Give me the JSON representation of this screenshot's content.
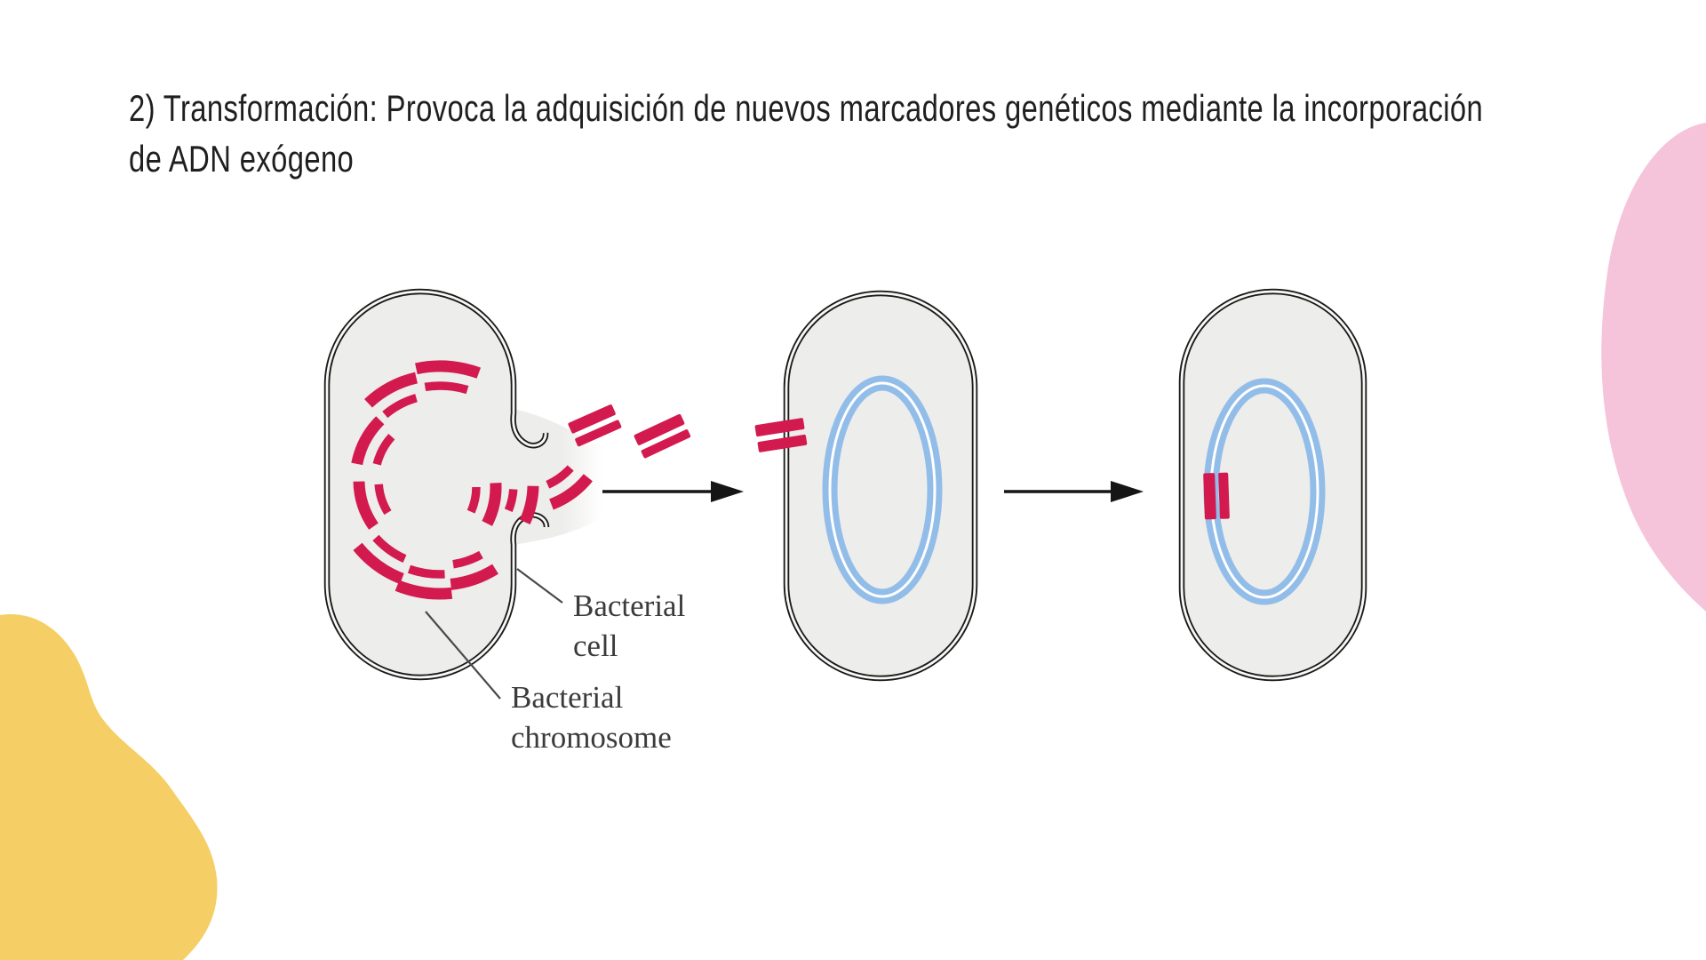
{
  "title": {
    "line1": "2) Transformación: Provoca la adquisición de nuevos marcadores genéticos mediante la incorporación",
    "line2": "de ADN exógeno"
  },
  "figure": {
    "labels": {
      "bacterial_cell": {
        "line1": "Bacterial",
        "line2": "cell"
      },
      "bacterial_chromosome": {
        "line1": "Bacterial",
        "line2": "chromosome"
      }
    },
    "colors": {
      "dna_red": "#d31a4e",
      "plasmid_blue": "#92bde9",
      "cell_fill": "#ededeb",
      "cell_wall": "#1a1a1a",
      "arrow_black": "#151515",
      "label_text": "#3b3b3b",
      "title_text": "#1f1f1f"
    }
  },
  "decorations": {
    "pink_blob_color": "#f6c4da",
    "yellow_blob_color": "#f5cf66",
    "background": "#ffffff"
  }
}
